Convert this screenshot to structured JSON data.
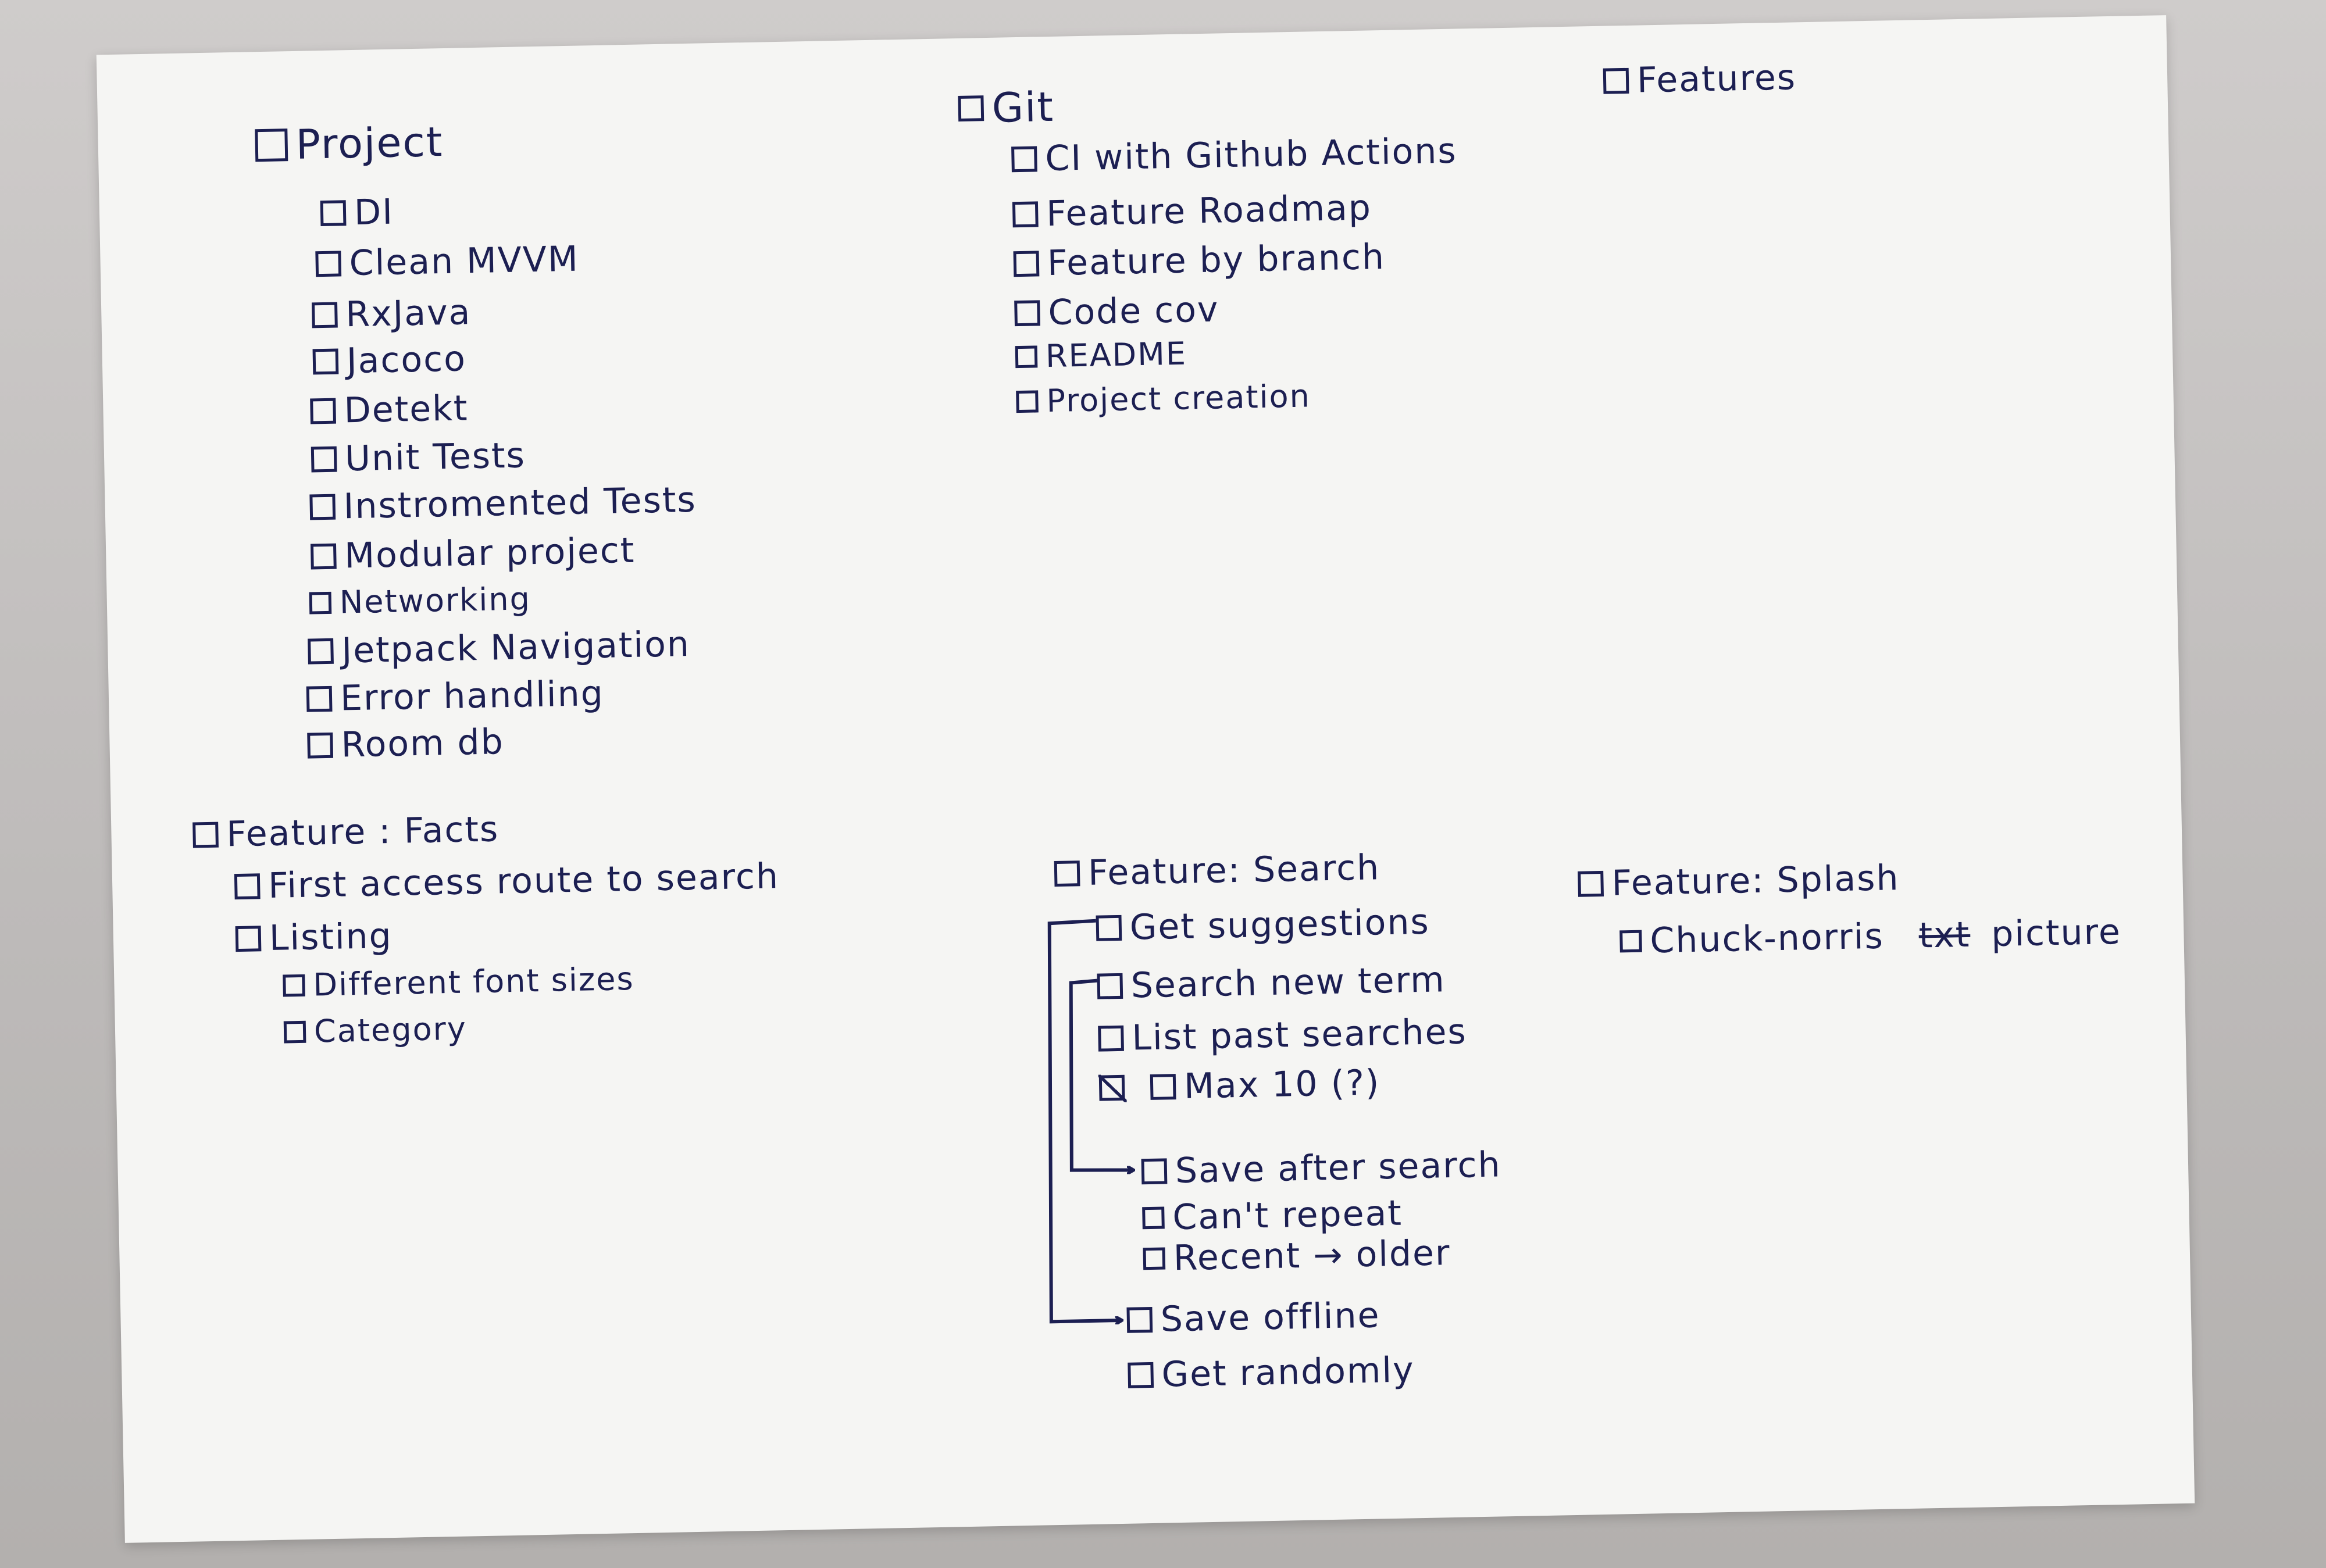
{
  "project": {
    "title": "Project",
    "items": [
      "DI",
      "Clean MVVM",
      "RxJava",
      "Jacoco",
      "Detekt",
      "Unit Tests",
      "Instromented Tests",
      "Modular project",
      "Networking",
      "Jetpack Navigation",
      "Error handling",
      "Room db"
    ]
  },
  "git": {
    "title": "Git",
    "items": [
      "CI with Github Actions",
      "Feature Roadmap",
      "Feature by branch",
      "Code cov",
      "README",
      "Project creation"
    ]
  },
  "features": {
    "title": "Features"
  },
  "facts": {
    "title": "Feature : Facts",
    "first_access": "First access route to search",
    "listing": "Listing",
    "listing_items": [
      "Different font sizes",
      "Category"
    ]
  },
  "search": {
    "title": "Feature: Search",
    "get_suggestions": "Get suggestions",
    "search_new_term": "Search new term",
    "list_past_searches": "List past searches",
    "max_10": "Max 10 (?)",
    "save_after_search": "Save after search",
    "cant_repeat": "Can't repeat",
    "recent_older": "Recent → older",
    "save_offline": "Save offline",
    "get_randomly": "Get randomly"
  },
  "splash": {
    "title": "Feature: Splash",
    "item_prefix": "Chuck-norris",
    "item_strike": "txt",
    "item_suffix": "picture"
  },
  "colors": {
    "ink": "#1c1f52",
    "paper": "#f5f5f3",
    "background": "#c2bfbe"
  }
}
